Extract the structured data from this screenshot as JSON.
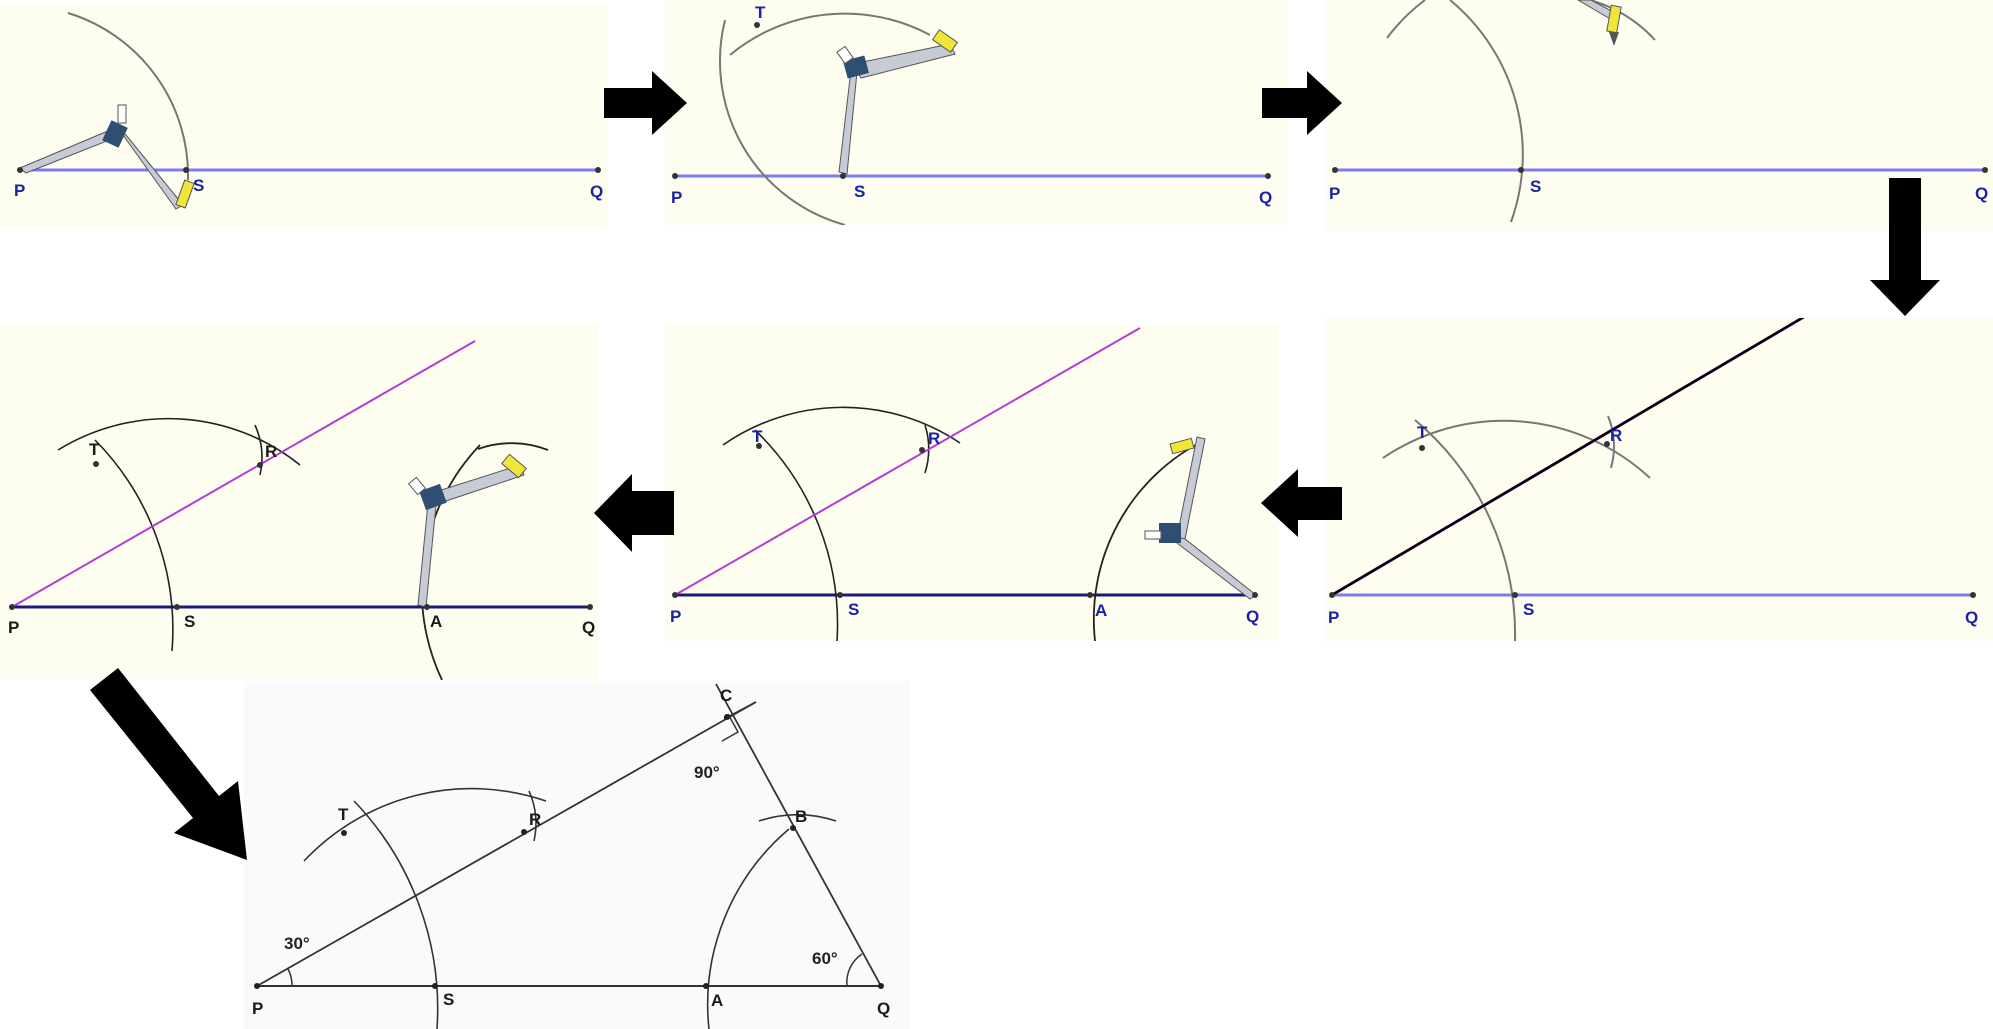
{
  "steps": [
    {
      "labels": {
        "p": "P",
        "s": "S",
        "q": "Q"
      }
    },
    {
      "labels": {
        "t": "T",
        "p": "P",
        "s": "S",
        "q": "Q"
      }
    },
    {
      "labels": {
        "p": "P",
        "s": "S",
        "q": "Q"
      }
    },
    {
      "labels": {
        "t": "T",
        "r": "R",
        "p": "P",
        "s": "S",
        "q": "Q"
      }
    },
    {
      "labels": {
        "t": "T",
        "r": "R",
        "p": "P",
        "s": "S",
        "a": "A",
        "q": "Q"
      }
    },
    {
      "labels": {
        "t": "T",
        "r": "R",
        "p": "P",
        "s": "S",
        "a": "A",
        "q": "Q"
      }
    }
  ],
  "final": {
    "labels": {
      "c": "C",
      "t": "T",
      "r": "R",
      "b": "B",
      "p": "P",
      "s": "S",
      "a": "A",
      "q": "Q"
    },
    "angles": {
      "p": "30°",
      "c": "90°",
      "q": "60°"
    }
  },
  "colors": {
    "panel_bg": "#fdfdf0",
    "final_bg": "#fafafa",
    "base_line": "#7b7bf2",
    "base_line_dark": "#1a1a7a",
    "ray": "#b43cd2",
    "ray_black": "#000000",
    "arc": "#777777",
    "compass_body": "#c6cbd6",
    "compass_hinge": "#2e4f72",
    "compass_pencil": "#f0e63a",
    "arrow": "#000000"
  }
}
